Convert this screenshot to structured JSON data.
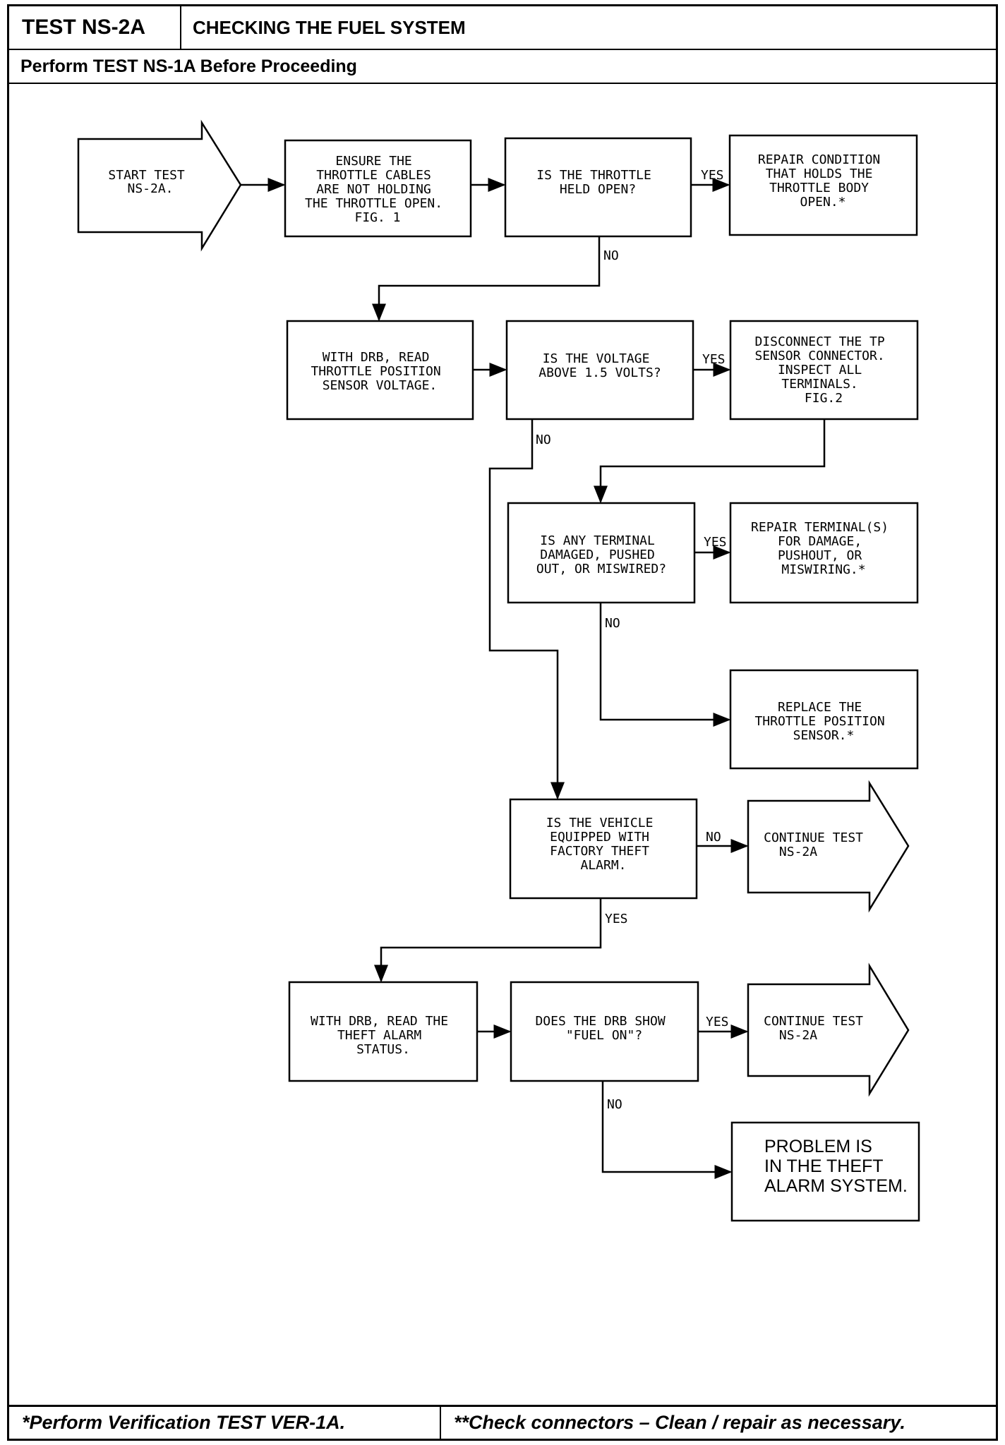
{
  "header": {
    "test_id": "TEST NS-2A",
    "title": "CHECKING THE FUEL SYSTEM",
    "prereq": "Perform TEST NS-1A Before Proceeding"
  },
  "flow": {
    "start": [
      "START TEST",
      "NS-2A."
    ],
    "ensure": [
      "ENSURE THE",
      "THROTTLE CABLES",
      "ARE NOT HOLDING",
      "THE THROTTLE OPEN.",
      "FIG. 1"
    ],
    "q_held": [
      "IS THE THROTTLE",
      "HELD OPEN?"
    ],
    "repair_held": [
      "REPAIR CONDITION",
      "THAT HOLDS THE",
      "THROTTLE BODY",
      "OPEN.*"
    ],
    "read_tps": [
      "WITH DRB, READ",
      "THROTTLE POSITION",
      "SENSOR VOLTAGE."
    ],
    "q_voltage": [
      "IS THE VOLTAGE",
      "ABOVE 1.5 VOLTS?"
    ],
    "disconnect": [
      "DISCONNECT THE TP",
      "SENSOR CONNECTOR.",
      "INSPECT ALL",
      "TERMINALS.",
      "FIG.2"
    ],
    "q_terminal": [
      "IS ANY TERMINAL",
      "DAMAGED, PUSHED",
      "OUT, OR MISWIRED?"
    ],
    "repair_terminal": [
      "REPAIR TERMINAL(S)",
      "FOR DAMAGE,",
      "PUSHOUT, OR",
      "MISWIRING.*"
    ],
    "replace_tps": [
      "REPLACE THE",
      "THROTTLE POSITION",
      "SENSOR.*"
    ],
    "q_alarm": [
      "IS THE VEHICLE",
      "EQUIPPED WITH",
      "FACTORY THEFT",
      "ALARM."
    ],
    "continue1": [
      "CONTINUE TEST",
      "NS-2A"
    ],
    "read_alarm": [
      "WITH DRB, READ THE",
      "THEFT ALARM",
      "STATUS."
    ],
    "q_fuel": [
      "DOES THE DRB SHOW",
      "\"FUEL ON\"?"
    ],
    "continue2": [
      "CONTINUE TEST",
      "NS-2A"
    ],
    "problem": [
      "PROBLEM IS",
      "IN THE THEFT",
      "ALARM SYSTEM."
    ],
    "yes": "YES",
    "no": "NO"
  },
  "footer": {
    "left": "*Perform Verification TEST VER-1A.",
    "right": "**Check connectors – Clean / repair as necessary."
  }
}
